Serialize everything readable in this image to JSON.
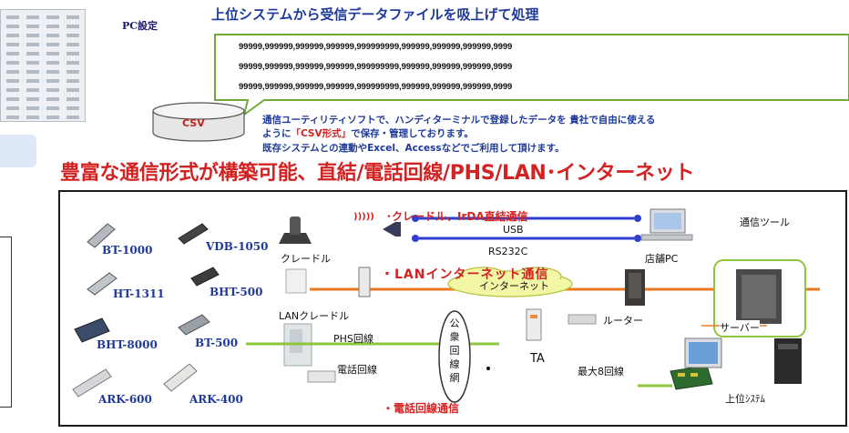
{
  "header": {
    "pc_settings": "PC設定",
    "top_title": "上位システムから受信データファイルを吸上げて処理"
  },
  "data_lines": [
    "99999,999999,999999,999999,999999999,999999,999999,999999,9999",
    "99999,999999,999999,999999,999999999,999999,999999,999999,9999",
    "99999,999999,999999,999999,999999999,999999,999999,999999,9999"
  ],
  "csv_label": "CSV",
  "description": {
    "line1": "通信ユーティリティソフトで、ハンディターミナルで登録したデータを 貴社で自由に使える",
    "line2_pre": "ように",
    "line2_red": "「CSV形式」",
    "line2_post": "で保存・管理しております。",
    "line3": "既存システムとの連動やExcel、Accessなどでご利用して頂けます。"
  },
  "main_title": "豊富な通信形式が構築可能、直結/電話回線/PHS/LAN･インターネット",
  "devices": {
    "bt1000": "BT-1000",
    "vdb1050": "VDB-1050",
    "ht1311": "HT-1311",
    "bht500": "BHT-500",
    "bht8000": "BHT-8000",
    "bt500": "BT-500",
    "ark600": "ARK-600",
    "ark400": "ARK-400"
  },
  "diagram": {
    "cradle_label": "･クレードル、IrDA直結通信",
    "usb": "USB",
    "rs232c": "RS232C",
    "cradle": "クレードル",
    "comm_tool": "通信ツール",
    "store_pc": "店舗PC",
    "lan_label": "・LANインターネット通信",
    "internet": "インターネット",
    "lan_cradle": "LANクレードル",
    "router": "ルーター",
    "server": "サーバー",
    "phs": "PHS回線",
    "public_net": [
      "公",
      "衆",
      "回",
      "線",
      "網"
    ],
    "ta": "TA",
    "phone": "電話回線",
    "max8": "最大8回線",
    "host": "上位ｼｽﾃﾑ",
    "phone_comm": "・電話回線通信",
    "irda_waves": ")))))"
  },
  "colors": {
    "blue_title": "#1f3a9a",
    "red": "#d32222",
    "callout_green": "#6faa3a",
    "lan_orange": "#ea7a22",
    "phs_green": "#8cc63e",
    "usb_blue": "#2f3ed0"
  }
}
